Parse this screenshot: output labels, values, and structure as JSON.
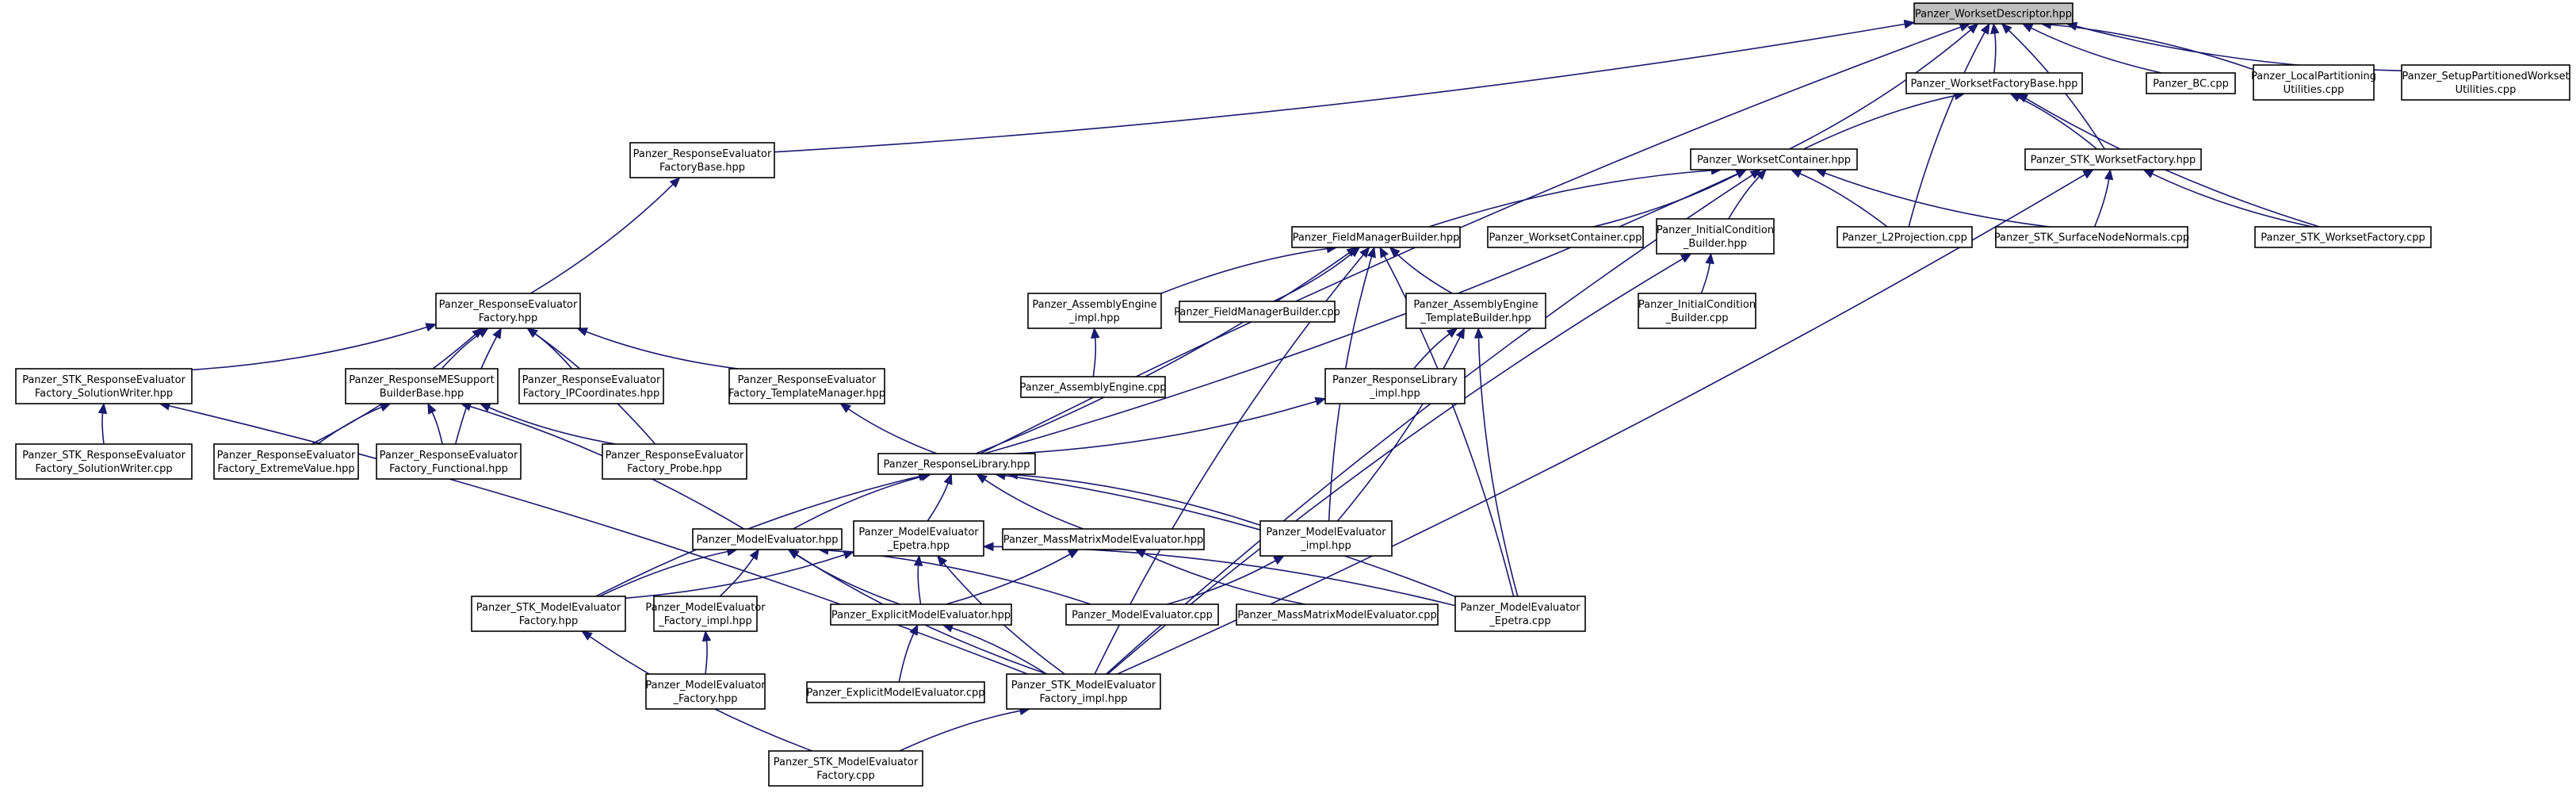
{
  "graph": {
    "title": "",
    "colors": {
      "edge": "#191970",
      "node_border": "#000000",
      "root_fill": "#bfbfbf",
      "node_fill": "#ffffff"
    },
    "nodes": [
      {
        "id": "root",
        "lines": [
          "Panzer_WorksetDescriptor.hpp"
        ],
        "root": true
      },
      {
        "id": "wfb",
        "lines": [
          "Panzer_WorksetFactoryBase.hpp"
        ]
      },
      {
        "id": "bc",
        "lines": [
          "Panzer_BC.cpp"
        ]
      },
      {
        "id": "lpu",
        "lines": [
          "Panzer_LocalPartitioning",
          "Utilities.cpp"
        ]
      },
      {
        "id": "spwu",
        "lines": [
          "Panzer_SetupPartitionedWorkset",
          "Utilities.cpp"
        ]
      },
      {
        "id": "refb",
        "lines": [
          "Panzer_ResponseEvaluator",
          "FactoryBase.hpp"
        ]
      },
      {
        "id": "wc",
        "lines": [
          "Panzer_WorksetContainer.hpp"
        ]
      },
      {
        "id": "stkwf",
        "lines": [
          "Panzer_STK_WorksetFactory.hpp"
        ]
      },
      {
        "id": "fmb",
        "lines": [
          "Panzer_FieldManagerBuilder.hpp"
        ]
      },
      {
        "id": "wccpp",
        "lines": [
          "Panzer_WorksetContainer.cpp"
        ]
      },
      {
        "id": "icb",
        "lines": [
          "Panzer_InitialCondition",
          "_Builder.hpp"
        ]
      },
      {
        "id": "l2",
        "lines": [
          "Panzer_L2Projection.cpp"
        ]
      },
      {
        "id": "snn",
        "lines": [
          "Panzer_STK_SurfaceNodeNormals.cpp"
        ]
      },
      {
        "id": "stkwfcpp",
        "lines": [
          "Panzer_STK_WorksetFactory.cpp"
        ]
      },
      {
        "id": "ref",
        "lines": [
          "Panzer_ResponseEvaluator",
          "Factory.hpp"
        ]
      },
      {
        "id": "aei",
        "lines": [
          "Panzer_AssemblyEngine",
          "_impl.hpp"
        ]
      },
      {
        "id": "fmbcpp",
        "lines": [
          "Panzer_FieldManagerBuilder.cpp"
        ]
      },
      {
        "id": "aetb",
        "lines": [
          "Panzer_AssemblyEngine",
          "_TemplateBuilder.hpp"
        ]
      },
      {
        "id": "icbcpp",
        "lines": [
          "Panzer_InitialCondition",
          "_Builder.cpp"
        ]
      },
      {
        "id": "stkrefsw",
        "lines": [
          "Panzer_STK_ResponseEvaluator",
          "Factory_SolutionWriter.hpp"
        ]
      },
      {
        "id": "rmesb",
        "lines": [
          "Panzer_ResponseMESupport",
          "BuilderBase.hpp"
        ]
      },
      {
        "id": "refipc",
        "lines": [
          "Panzer_ResponseEvaluator",
          "Factory_IPCoordinates.hpp"
        ]
      },
      {
        "id": "reftm",
        "lines": [
          "Panzer_ResponseEvaluator",
          "Factory_TemplateManager.hpp"
        ]
      },
      {
        "id": "aecpp",
        "lines": [
          "Panzer_AssemblyEngine.cpp"
        ]
      },
      {
        "id": "rli",
        "lines": [
          "Panzer_ResponseLibrary",
          "_impl.hpp"
        ]
      },
      {
        "id": "stkrefswcpp",
        "lines": [
          "Panzer_STK_ResponseEvaluator",
          "Factory_SolutionWriter.cpp"
        ]
      },
      {
        "id": "refev",
        "lines": [
          "Panzer_ResponseEvaluator",
          "Factory_ExtremeValue.hpp"
        ]
      },
      {
        "id": "reff",
        "lines": [
          "Panzer_ResponseEvaluator",
          "Factory_Functional.hpp"
        ]
      },
      {
        "id": "refp",
        "lines": [
          "Panzer_ResponseEvaluator",
          "Factory_Probe.hpp"
        ]
      },
      {
        "id": "rl",
        "lines": [
          "Panzer_ResponseLibrary.hpp"
        ]
      },
      {
        "id": "me",
        "lines": [
          "Panzer_ModelEvaluator.hpp"
        ]
      },
      {
        "id": "mee",
        "lines": [
          "Panzer_ModelEvaluator",
          "_Epetra.hpp"
        ]
      },
      {
        "id": "mmme",
        "lines": [
          "Panzer_MassMatrixModelEvaluator.hpp"
        ]
      },
      {
        "id": "mei",
        "lines": [
          "Panzer_ModelEvaluator",
          "_impl.hpp"
        ]
      },
      {
        "id": "stkmef",
        "lines": [
          "Panzer_STK_ModelEvaluator",
          "Factory.hpp"
        ]
      },
      {
        "id": "mefi",
        "lines": [
          "Panzer_ModelEvaluator",
          "_Factory_impl.hpp"
        ]
      },
      {
        "id": "eme",
        "lines": [
          "Panzer_ExplicitModelEvaluator.hpp"
        ]
      },
      {
        "id": "mecpp",
        "lines": [
          "Panzer_ModelEvaluator.cpp"
        ]
      },
      {
        "id": "mmmecpp",
        "lines": [
          "Panzer_MassMatrixModelEvaluator.cpp"
        ]
      },
      {
        "id": "meecpp",
        "lines": [
          "Panzer_ModelEvaluator",
          "_Epetra.cpp"
        ]
      },
      {
        "id": "mef",
        "lines": [
          "Panzer_ModelEvaluator",
          "_Factory.hpp"
        ]
      },
      {
        "id": "emecpp",
        "lines": [
          "Panzer_ExplicitModelEvaluator.cpp"
        ]
      },
      {
        "id": "stkmefi",
        "lines": [
          "Panzer_STK_ModelEvaluator",
          "Factory_impl.hpp"
        ]
      },
      {
        "id": "stkmefcpp",
        "lines": [
          "Panzer_STK_ModelEvaluator",
          "Factory.cpp"
        ]
      }
    ],
    "edges": [
      [
        "wfb",
        "root"
      ],
      [
        "bc",
        "root"
      ],
      [
        "lpu",
        "root"
      ],
      [
        "spwu",
        "root"
      ],
      [
        "refb",
        "root"
      ],
      [
        "rl",
        "root"
      ],
      [
        "wc",
        "root"
      ],
      [
        "l2",
        "root"
      ],
      [
        "stkwf",
        "root"
      ],
      [
        "wc",
        "wfb"
      ],
      [
        "stkwf",
        "wfb"
      ],
      [
        "stkwfcpp",
        "wfb"
      ],
      [
        "ref",
        "refb"
      ],
      [
        "fmb",
        "wc"
      ],
      [
        "wccpp",
        "wc"
      ],
      [
        "icb",
        "wc"
      ],
      [
        "l2",
        "wc"
      ],
      [
        "snn",
        "wc"
      ],
      [
        "rl",
        "wc"
      ],
      [
        "stkmefi",
        "wc"
      ],
      [
        "snn",
        "stkwf"
      ],
      [
        "stkwfcpp",
        "stkwf"
      ],
      [
        "stkmefi",
        "stkwf"
      ],
      [
        "aei",
        "fmb"
      ],
      [
        "fmbcpp",
        "fmb"
      ],
      [
        "aetb",
        "fmb"
      ],
      [
        "rl",
        "fmb"
      ],
      [
        "mei",
        "fmb"
      ],
      [
        "meecpp",
        "fmb"
      ],
      [
        "stkmefi",
        "fmb"
      ],
      [
        "icbcpp",
        "icb"
      ],
      [
        "stkmefi",
        "icb"
      ],
      [
        "aecpp",
        "aei"
      ],
      [
        "rli",
        "aetb"
      ],
      [
        "mei",
        "aetb"
      ],
      [
        "meecpp",
        "aetb"
      ],
      [
        "stkrefsw",
        "ref"
      ],
      [
        "rmesb",
        "ref"
      ],
      [
        "refipc",
        "ref"
      ],
      [
        "reftm",
        "ref"
      ],
      [
        "refev",
        "ref"
      ],
      [
        "reff",
        "ref"
      ],
      [
        "refp",
        "ref"
      ],
      [
        "stkrefswcpp",
        "stkrefsw"
      ],
      [
        "stkmefi",
        "stkrefsw"
      ],
      [
        "refev",
        "rmesb"
      ],
      [
        "reff",
        "rmesb"
      ],
      [
        "refp",
        "rmesb"
      ],
      [
        "me",
        "rmesb"
      ],
      [
        "rl",
        "reftm"
      ],
      [
        "rl",
        "rli"
      ],
      [
        "me",
        "rl"
      ],
      [
        "mee",
        "rl"
      ],
      [
        "mmme",
        "rl"
      ],
      [
        "mei",
        "rl"
      ],
      [
        "stkmef",
        "rl"
      ],
      [
        "meecpp",
        "rl"
      ],
      [
        "stkmef",
        "me"
      ],
      [
        "mefi",
        "me"
      ],
      [
        "eme",
        "me"
      ],
      [
        "mecpp",
        "me"
      ],
      [
        "stkmefi",
        "me"
      ],
      [
        "stkmef",
        "mee"
      ],
      [
        "eme",
        "mee"
      ],
      [
        "meecpp",
        "mee"
      ],
      [
        "stkmefi",
        "mee"
      ],
      [
        "eme",
        "mmme"
      ],
      [
        "mmmecpp",
        "mmme"
      ],
      [
        "mecpp",
        "mei"
      ],
      [
        "stkmefcpp",
        "stkmef"
      ],
      [
        "mef",
        "mefi"
      ],
      [
        "emecpp",
        "eme"
      ],
      [
        "stkmefi",
        "eme"
      ],
      [
        "stkmefcpp",
        "stkmefi"
      ]
    ]
  }
}
